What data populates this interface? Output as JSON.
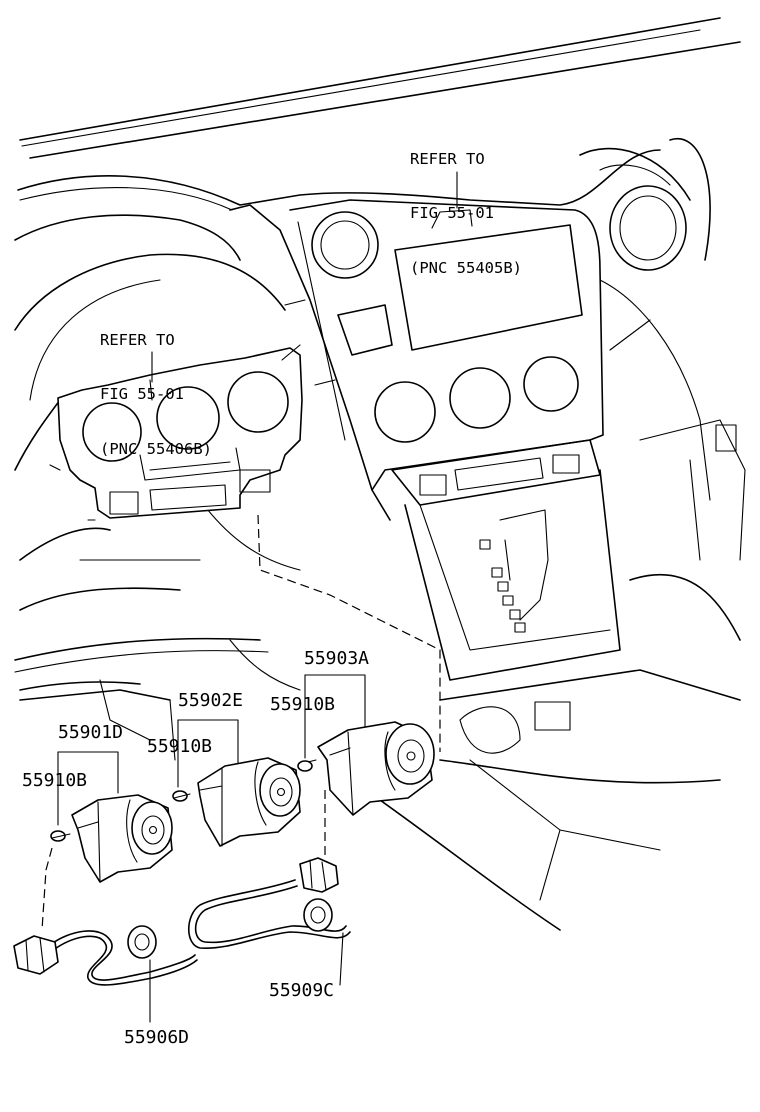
{
  "notes": {
    "upper": {
      "line1": "REFER TO",
      "line2": "FIG 55-01",
      "line3": "(PNC 55405B)"
    },
    "left": {
      "line1": "REFER TO",
      "line2": "FIG 55-01",
      "line3": "(PNC 55406B)"
    }
  },
  "parts": {
    "p55903A": "55903A",
    "p55910B_right": "55910B",
    "p55902E": "55902E",
    "p55910B_mid": "55910B",
    "p55901D": "55901D",
    "p55910B_left": "55910B",
    "p55909C": "55909C",
    "p55906D": "55906D"
  }
}
